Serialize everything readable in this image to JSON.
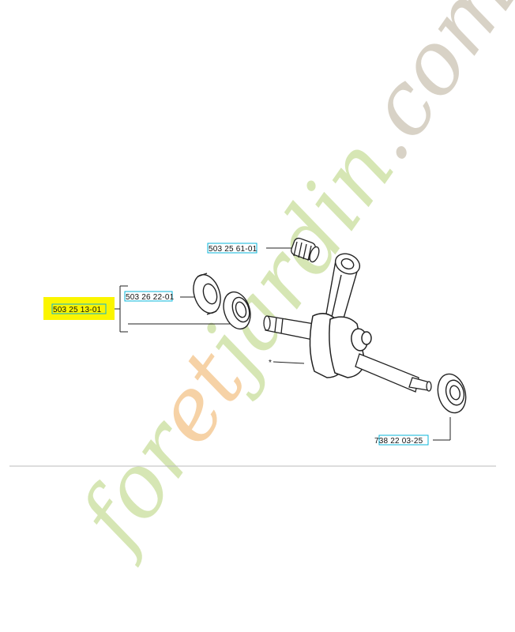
{
  "watermark": {
    "text": "foretjardin.com",
    "colors": {
      "green": "#d6e6b4",
      "orange": "#f6d2a6",
      "grey": "#d8d2c6"
    }
  },
  "parts": {
    "crankshaft_assembly": "503 25 13-01",
    "outer_bearing": "503 26 22-01",
    "needle_bearing": "503 25 61-01",
    "right_bearing": "738 22 03-25",
    "crankshaft_marker": "*"
  },
  "colors": {
    "highlight": "#fbf500",
    "label_box": "#0ab4d8",
    "line": "#222222"
  }
}
